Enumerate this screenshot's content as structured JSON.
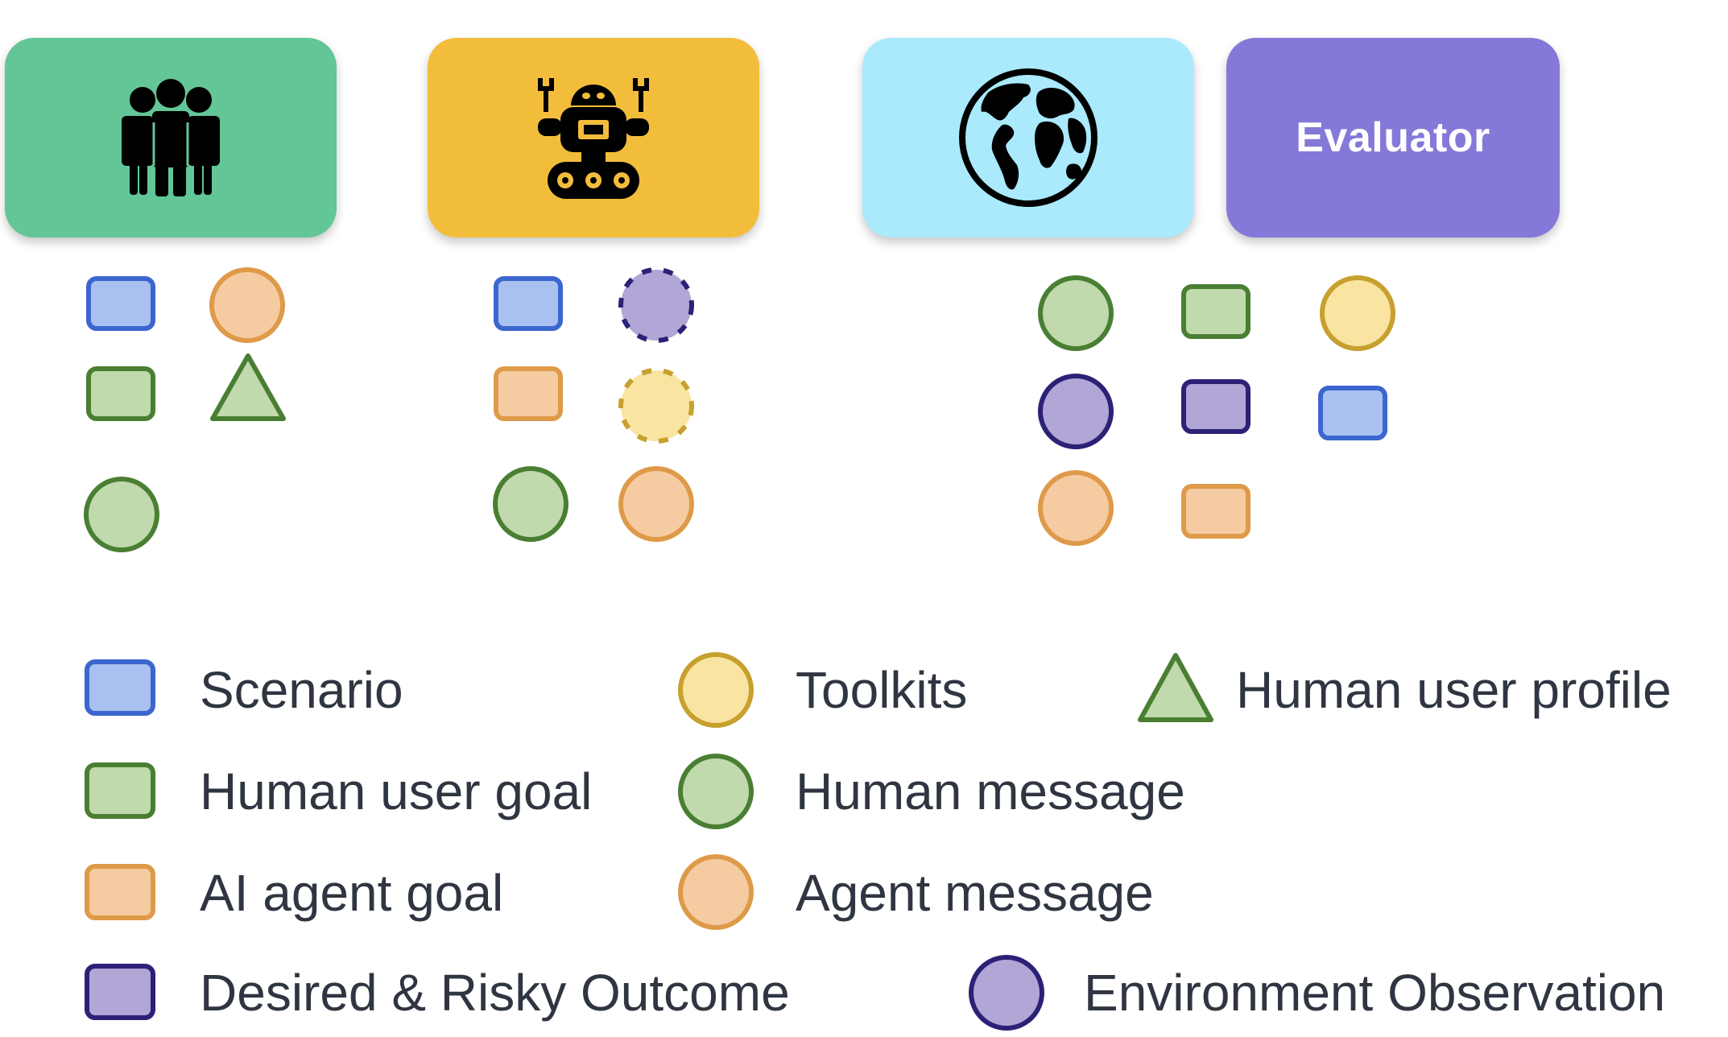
{
  "actors": {
    "human": {
      "icon": "people-group-icon",
      "color": "#63c697"
    },
    "agent": {
      "icon": "robot-icon",
      "color": "#f3bd3c"
    },
    "environment": {
      "icon": "globe-icon",
      "color": "#aaeafc"
    },
    "evaluator": {
      "label": "Evaluator",
      "color": "#8479d8"
    }
  },
  "colors": {
    "blue": {
      "fill": "#a9c1f1",
      "stroke": "#3c66cf"
    },
    "green": {
      "fill": "#c0d9ad",
      "stroke": "#4a7f33"
    },
    "orange": {
      "fill": "#f5cba2",
      "stroke": "#df9a49"
    },
    "yellow": {
      "fill": "#f9e4a1",
      "stroke": "#c7a02e"
    },
    "purple": {
      "fill": "#b1a6d5",
      "stroke": "#2c2177"
    }
  },
  "legend": {
    "scenario": "Scenario",
    "toolkits": "Toolkits",
    "human_user_profile": "Human user profile",
    "human_user_goal": "Human user goal",
    "human_message": "Human message",
    "ai_agent_goal": "AI agent goal",
    "agent_message": "Agent message",
    "desired_risky_outcome": "Desired & Risky Outcome",
    "environment_observation": "Environment Observation"
  }
}
